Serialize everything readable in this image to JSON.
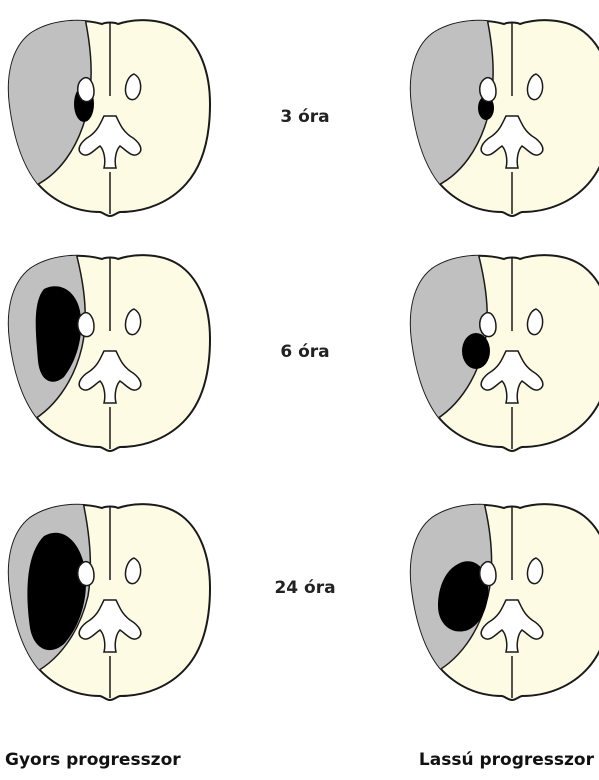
{
  "rows": [
    {
      "time_label": "3 óra"
    },
    {
      "time_label": "6 óra"
    },
    {
      "time_label": "24 óra"
    }
  ],
  "columns": {
    "fast_label": "Gyors progresszor",
    "slow_label": "Lassú progresszor"
  },
  "colors": {
    "brain": "#fdfbe3",
    "penumbra": "#c0c0c0",
    "core": "#000000",
    "outline": "#1a1a1a"
  }
}
